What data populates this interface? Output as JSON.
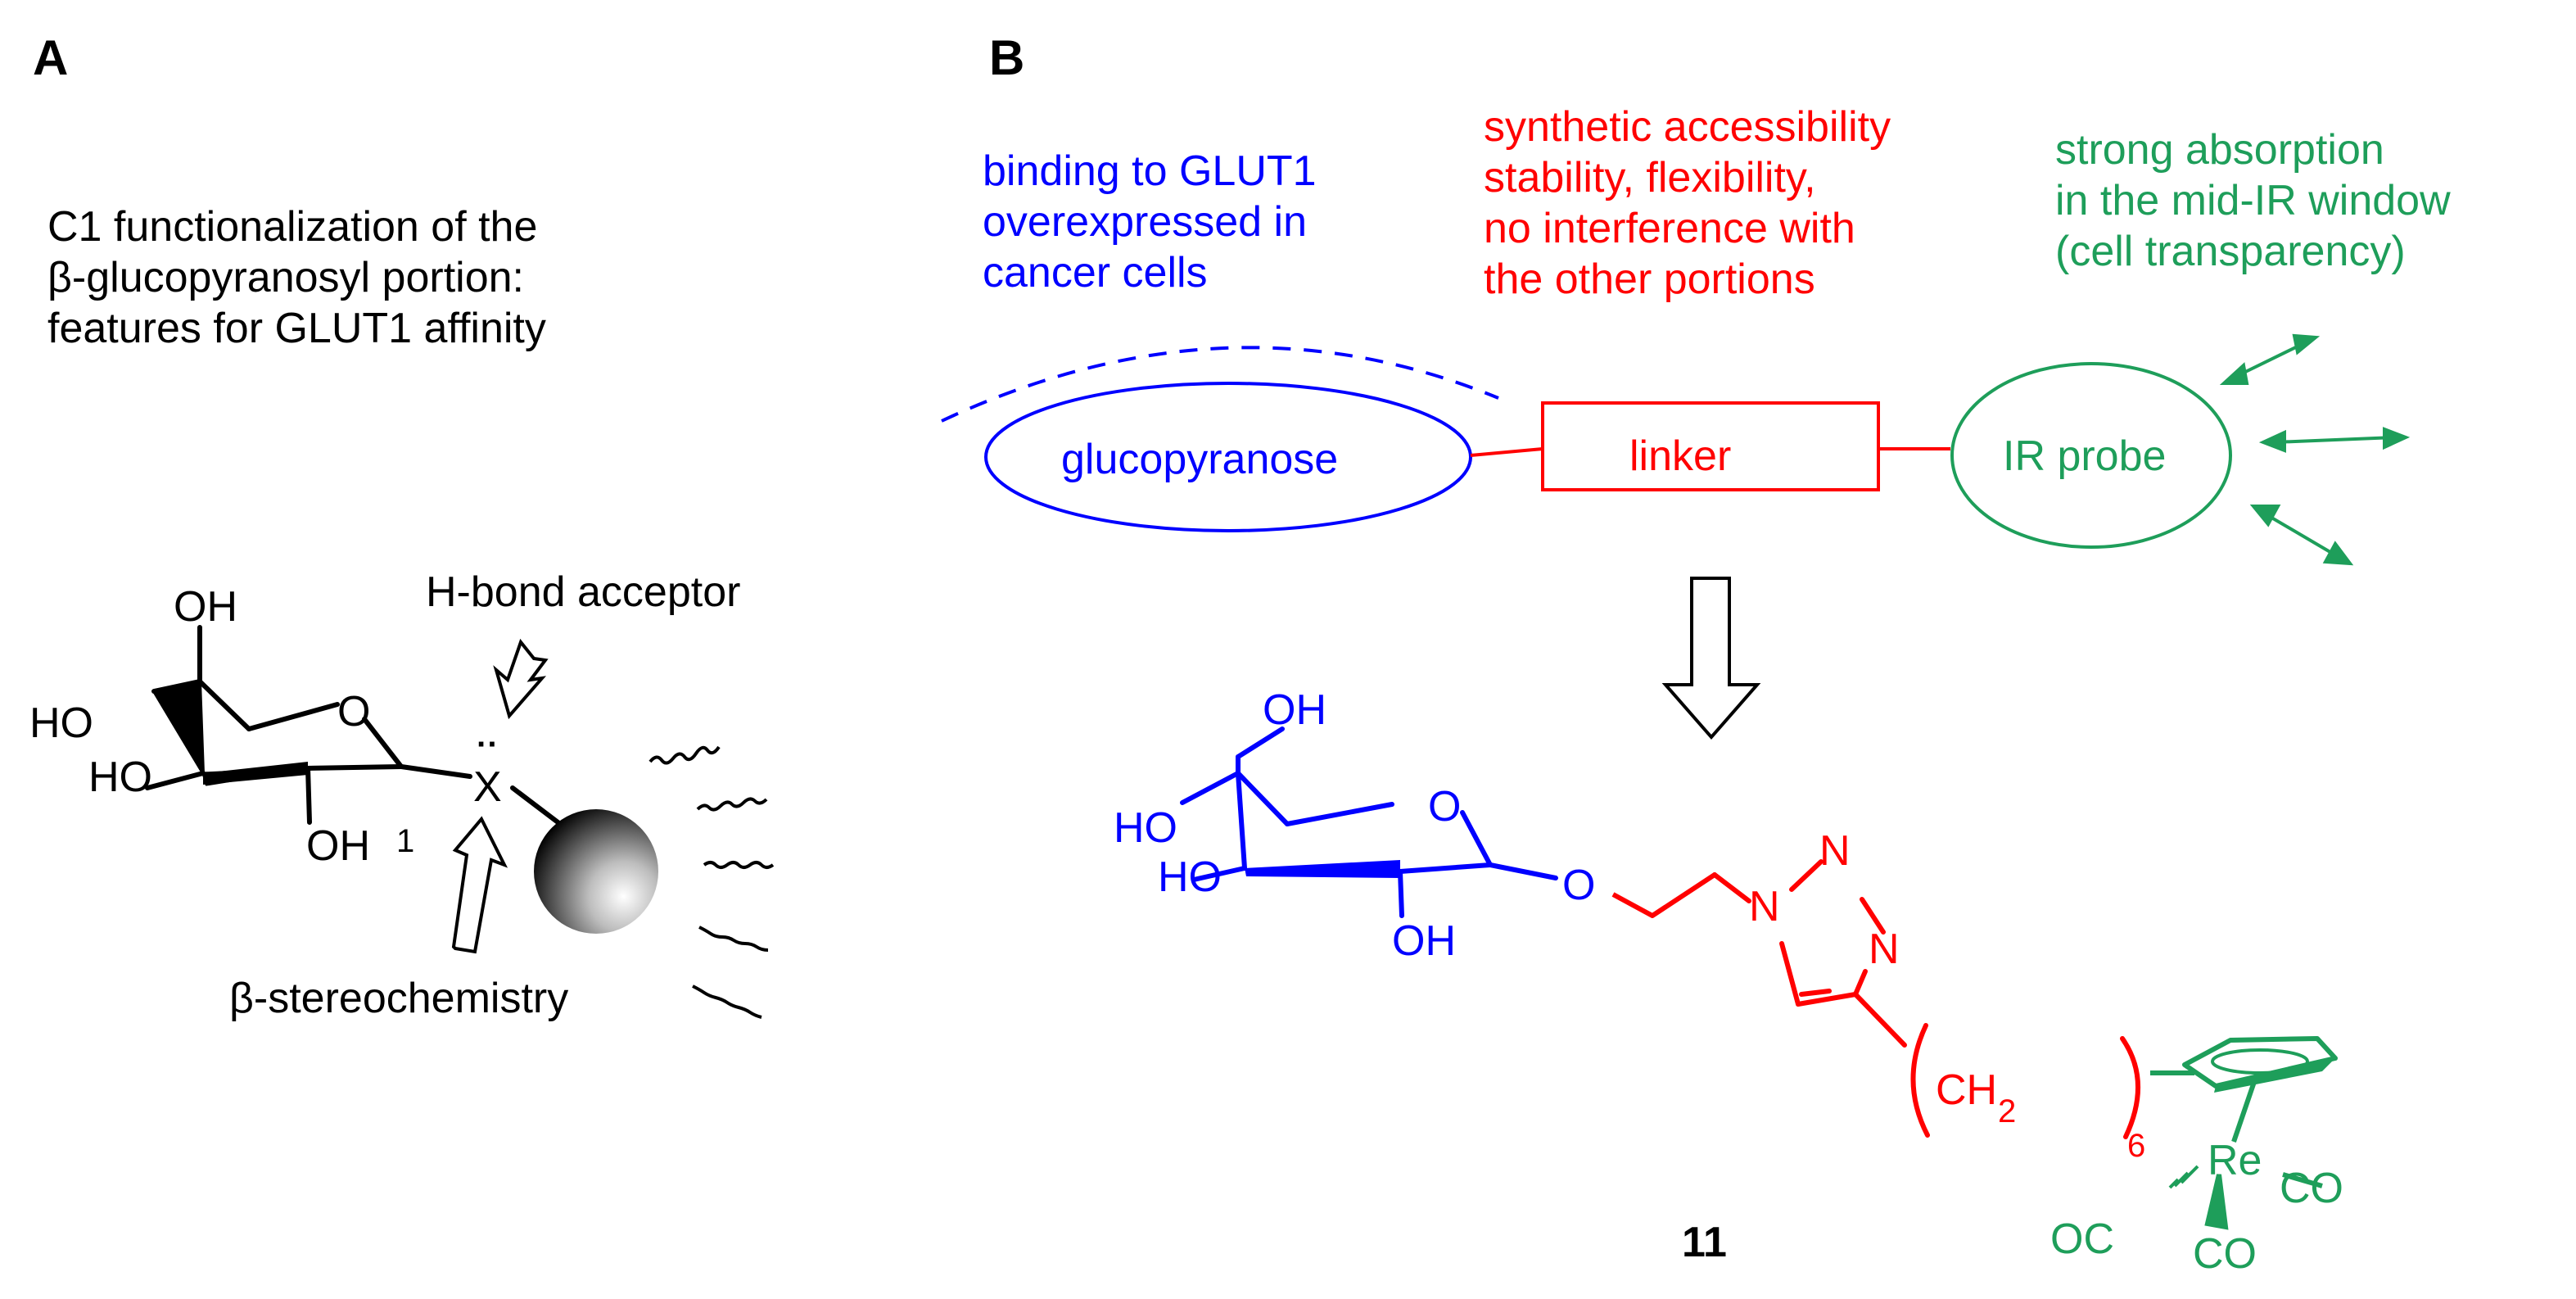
{
  "panels": {
    "a": "A",
    "b": "B"
  },
  "colors": {
    "blue": "#0000ff",
    "red": "#ff0000",
    "green": "#1e9e5a",
    "black": "#000000"
  },
  "panel_a": {
    "description": "C1 functionalization of the\nβ-glucopyranosyl portion:\nfeatures for GLUT1 affinity",
    "hbond": "H-bond acceptor",
    "stereo": "β-stereochemistry",
    "atoms": {
      "oh_top": "OH",
      "ho_left": "HO",
      "ho_bottom": "HO",
      "oh_bottom": "OH",
      "ring_o": "O",
      "x": "X",
      "lone_pair": "··",
      "c1": "1"
    }
  },
  "panel_b": {
    "binding": "binding to GLUT1\noverexpressed in\ncancer cells",
    "synthetic": "synthetic accessibility\nstability, flexibility,\nno interference with\nthe other portions",
    "absorption": "strong absorption\nin the mid-IR window\n(cell transparency)",
    "glucopyranose": "glucopyranose",
    "linker": "linker",
    "probe": "IR probe",
    "compound": "11",
    "atoms": {
      "oh_top": "OH",
      "ho_left": "HO",
      "ho_bottom": "HO",
      "oh_bottom": "OH",
      "ring_o": "O",
      "link_o": "O",
      "n1": "N",
      "n2": "N",
      "n3": "N",
      "ch2": "CH",
      "ch2_sub": "2",
      "ch2_n": "6",
      "re": "Re",
      "co1": "CO",
      "co2": "CO",
      "oc": "OC"
    }
  }
}
